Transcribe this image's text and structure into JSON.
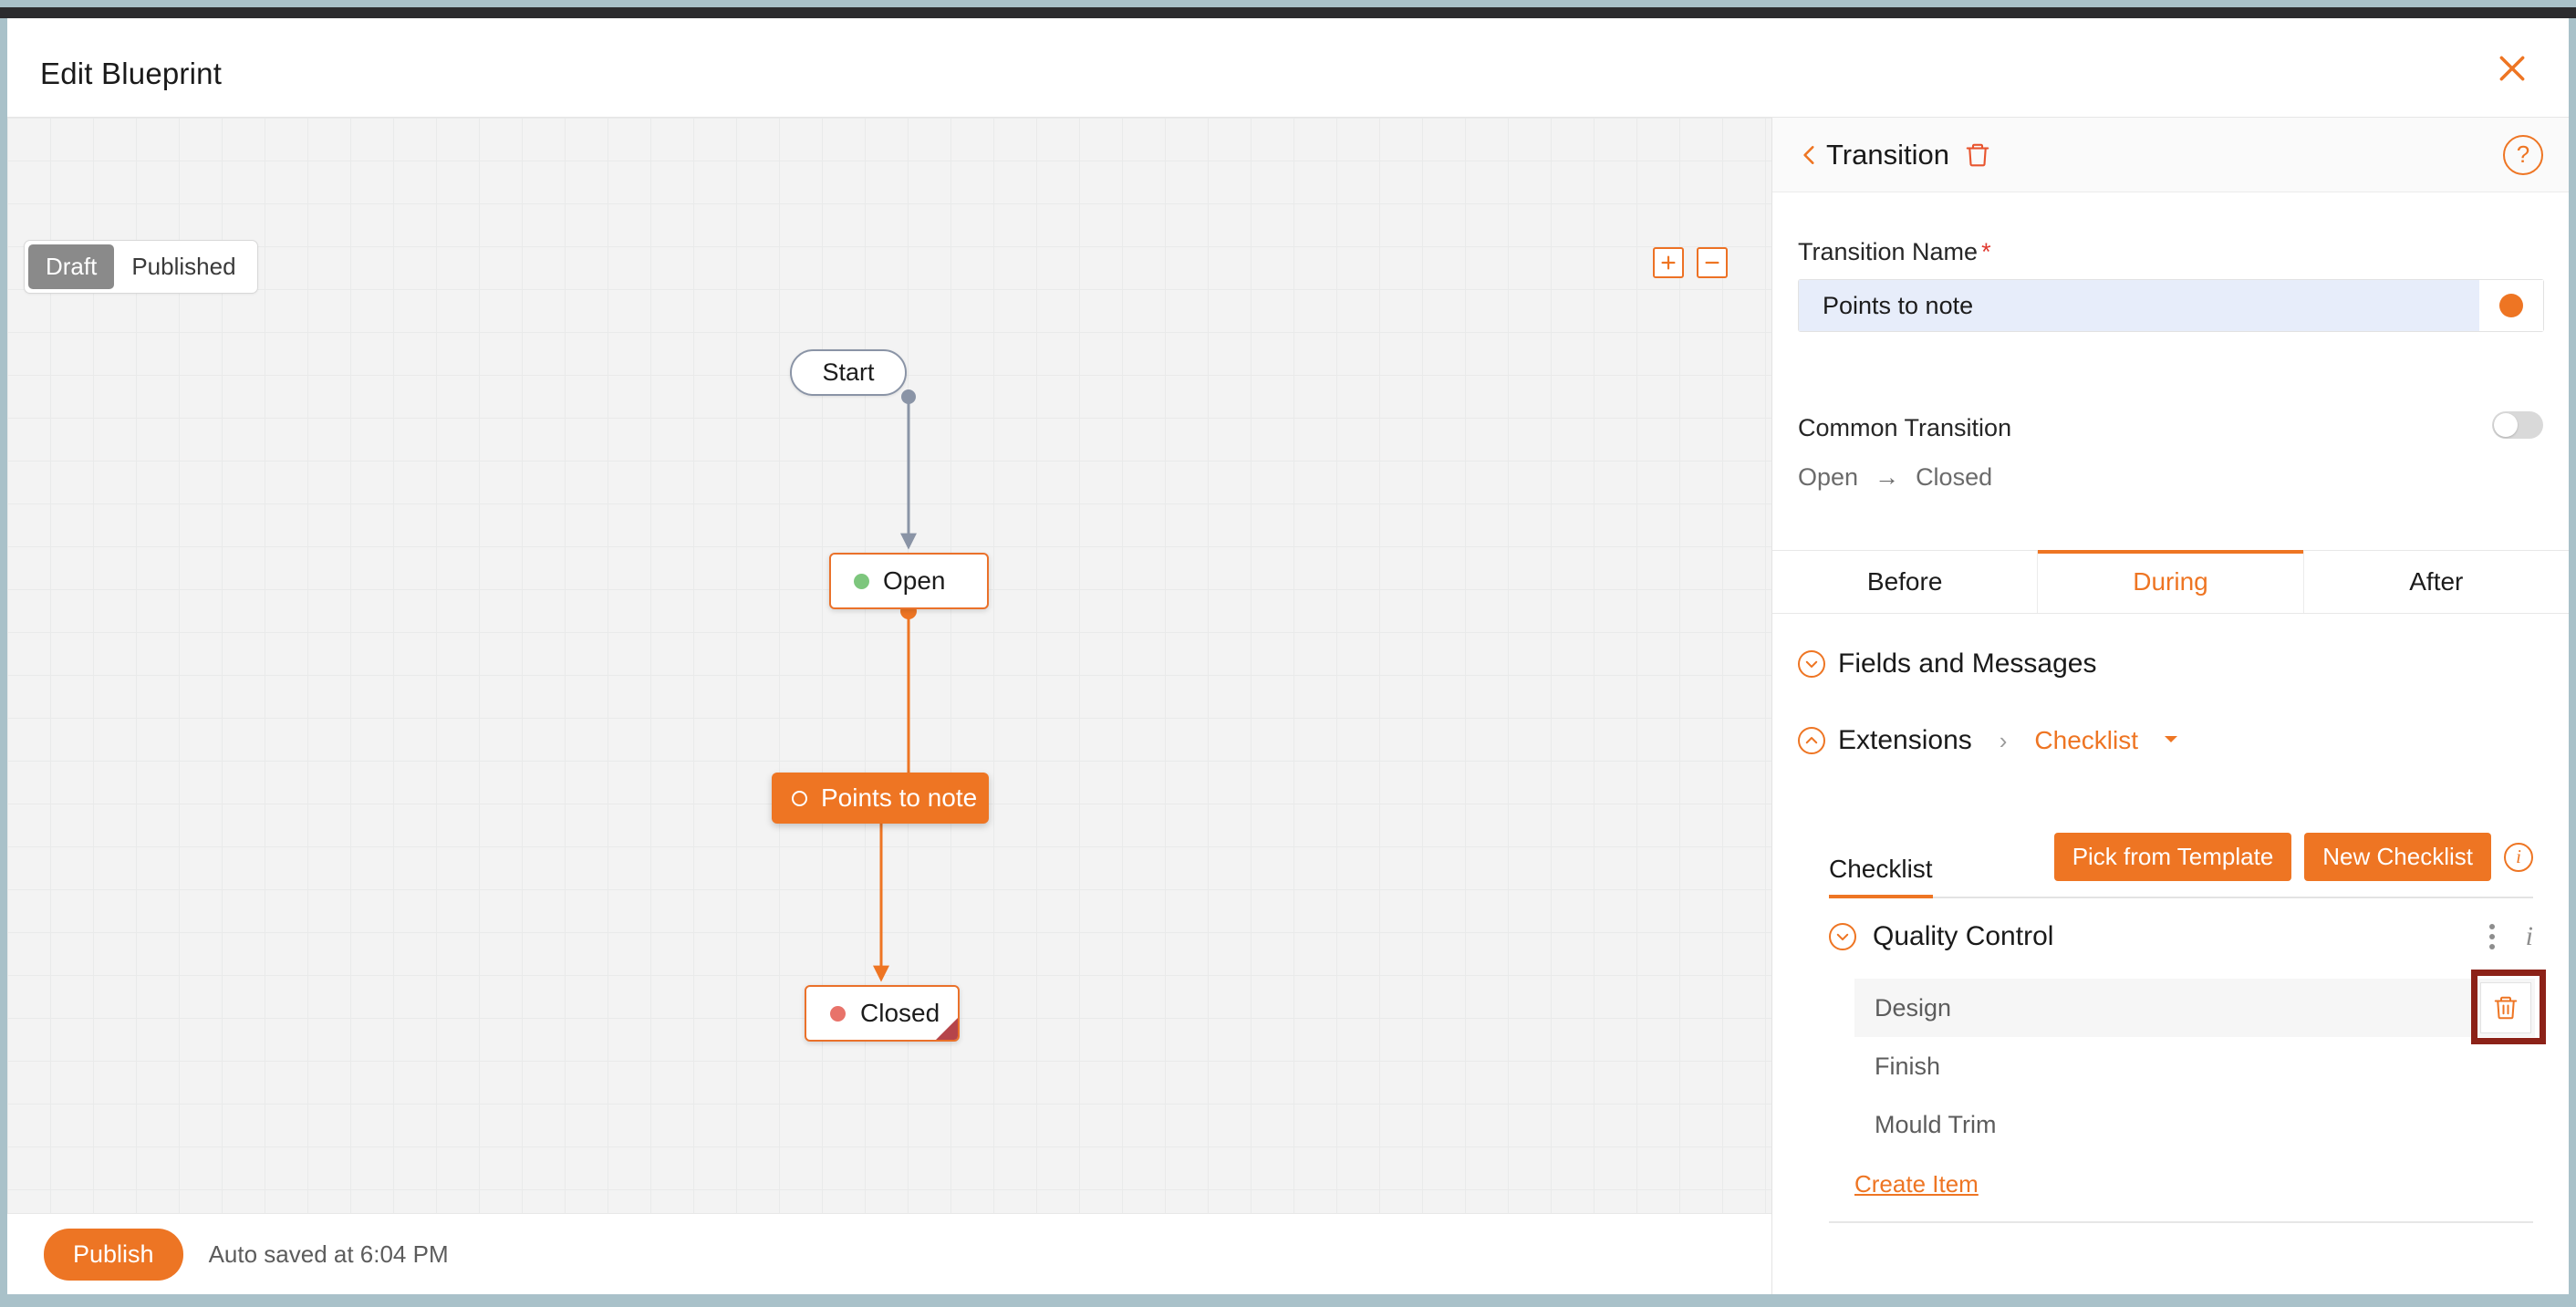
{
  "modal": {
    "title": "Edit Blueprint",
    "close_icon": "close-icon"
  },
  "canvas": {
    "state_toggle": {
      "options": [
        "Draft",
        "Published"
      ],
      "selected": "Draft"
    },
    "zoom_controls": {
      "zoom_in_icon": "plus-icon",
      "zoom_out_icon": "minus-icon"
    },
    "nodes": [
      {
        "id": "start",
        "label": "Start",
        "marker": "none",
        "style": "start"
      },
      {
        "id": "open",
        "label": "Open",
        "marker": "green-dot",
        "style": "state"
      },
      {
        "id": "points",
        "label": "Points to note",
        "marker": "white-ring",
        "style": "transition-selected"
      },
      {
        "id": "closed",
        "label": "Closed",
        "marker": "red-dot",
        "style": "state"
      }
    ],
    "edges": [
      {
        "from": "start",
        "to": "open",
        "color": "#8a94a6"
      },
      {
        "from": "open",
        "to": "points",
        "color": "#ee7523"
      },
      {
        "from": "points",
        "to": "closed",
        "color": "#ee7523"
      }
    ]
  },
  "footer": {
    "publish_label": "Publish",
    "autosave_text": "Auto saved at 6:04 PM"
  },
  "panel": {
    "back_icon": "chevron-left-icon",
    "title": "Transition",
    "delete_icon": "trash-icon",
    "help_label": "?",
    "transition_name": {
      "label": "Transition Name",
      "required_mark": "*",
      "value": "Points to note",
      "placeholder": "Transition Name",
      "status_dot_color": "#ee7523"
    },
    "common_transition": {
      "label": "Common Transition",
      "enabled": false
    },
    "flow_summary": {
      "from": "Open",
      "arrow": "→",
      "to": "Closed"
    },
    "phase_tabs": [
      {
        "label": "Before",
        "active": false
      },
      {
        "label": "During",
        "active": true
      },
      {
        "label": "After",
        "active": false
      }
    ],
    "sections": [
      {
        "label": "Fields and Messages",
        "expanded": false,
        "chevron": "chevron-down-icon"
      },
      {
        "label": "Extensions",
        "expanded": true,
        "chevron": "chevron-up-icon"
      }
    ],
    "breadcrumb": {
      "separator": "›",
      "current": "Checklist",
      "caret": "caret-down-icon"
    },
    "checklist": {
      "tab_label": "Checklist",
      "pick_template_label": "Pick from Template",
      "new_checklist_label": "New Checklist",
      "info_icon": "info-icon",
      "group": {
        "name": "Quality Control",
        "chevron": "chevron-down-icon",
        "menu_icon": "kebab-menu-icon",
        "info_icon": "info-icon"
      },
      "items": [
        {
          "label": "Design",
          "selected": true,
          "delete_icon": "trash-icon"
        },
        {
          "label": "Finish",
          "selected": false,
          "delete_icon": "trash-icon"
        },
        {
          "label": "Mould Trim",
          "selected": false,
          "delete_icon": "trash-icon"
        }
      ],
      "create_item_label": "Create Item"
    }
  },
  "colors": {
    "accent": "#ee7523",
    "annotation": "#8c2218",
    "input_highlight": "#e7edfa",
    "open_dot": "#7dc67d",
    "closed_dot": "#e8736a",
    "start_border": "#8a94a6"
  }
}
